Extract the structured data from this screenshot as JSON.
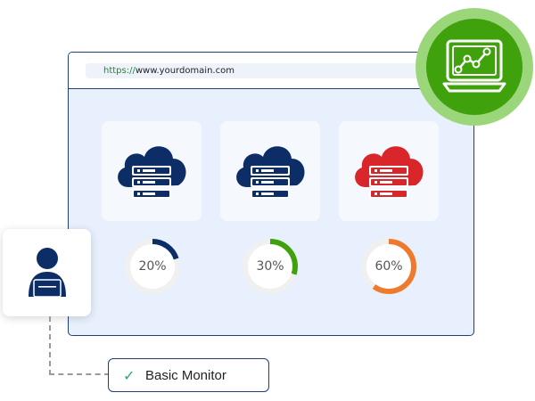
{
  "browser": {
    "url_scheme": "https://",
    "url_host": "www.yourdomain.com"
  },
  "servers": [
    {
      "icon": "cloud-server-icon",
      "color": "#0c2d66",
      "usage_label": "20%",
      "usage_fraction": 0.2,
      "ring_color": "#0c2d66"
    },
    {
      "icon": "cloud-server-icon",
      "color": "#0c2d66",
      "usage_label": "30%",
      "usage_fraction": 0.3,
      "ring_color": "#3fa10b"
    },
    {
      "icon": "cloud-server-icon",
      "color": "#d8262b",
      "usage_label": "60%",
      "usage_fraction": 0.6,
      "ring_color": "#f07a2c"
    }
  ],
  "status": {
    "check_icon": "check-icon",
    "label": "Basic Monitor"
  },
  "colors": {
    "accent_green": "#3fa10b",
    "navy": "#0c2d66",
    "alert_red": "#d8262b",
    "ring_track": "#f0f0f0"
  }
}
